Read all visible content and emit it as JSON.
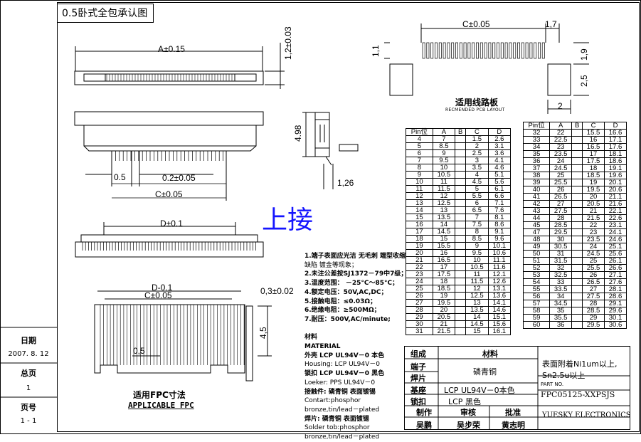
{
  "title": "0.5卧式全包承认图",
  "stamp": "上接",
  "sidebar": {
    "date_label": "日期",
    "date_value": "2007. 8. 12",
    "total_pages_label": "总页",
    "total_pages_value": "1",
    "page_label": "页号",
    "page_value": "1 - 1"
  },
  "dimensions": {
    "a_tol": "A±0.15",
    "height": "1,2±0.03",
    "depth": "4.98",
    "pitch": "0.5",
    "pin_w": "0.2±0.05",
    "c_tol": "C±0.05",
    "side_w": "1,26",
    "d_tol": "D±0.1",
    "fpc_d": "D-0.1",
    "fpc_c": "C±0.05",
    "fpc_thk": "0,3±0.02",
    "fpc_len": "4,5",
    "fpc_pitch": "0,5",
    "pcb_c": "C±0.05",
    "pcb_17": "1,7",
    "pcb_11": "1,1",
    "pcb_19": "1,9",
    "pcb_25": "2,5",
    "pcb_2": "2"
  },
  "pcb_layout": {
    "title": "适用线路板",
    "subtitle": "RECMENDED PCB LAYOUT"
  },
  "fpc": {
    "title": "适用FPC寸法",
    "subtitle": "APPLICABLE  FPC"
  },
  "pin_table_headers": [
    "Pin位",
    "A",
    "B",
    "C",
    "D"
  ],
  "pin_table_left": [
    [
      "4",
      "7",
      "",
      "1.5",
      "2.6"
    ],
    [
      "5",
      "8.5",
      "",
      "2",
      "3.1"
    ],
    [
      "6",
      "9",
      "",
      "2.5",
      "3.6"
    ],
    [
      "7",
      "9.5",
      "",
      "3",
      "4.1"
    ],
    [
      "8",
      "10",
      "",
      "3.5",
      "4.6"
    ],
    [
      "9",
      "10.5",
      "",
      "4",
      "5.1"
    ],
    [
      "10",
      "11",
      "",
      "4.5",
      "5.6"
    ],
    [
      "11",
      "11.5",
      "",
      "5",
      "6.1"
    ],
    [
      "12",
      "12",
      "",
      "5.5",
      "6.6"
    ],
    [
      "13",
      "12.5",
      "",
      "6",
      "7.1"
    ],
    [
      "14",
      "13",
      "",
      "6.5",
      "7.6"
    ],
    [
      "15",
      "13.5",
      "",
      "7",
      "8.1"
    ],
    [
      "16",
      "14",
      "",
      "7.5",
      "8.6"
    ],
    [
      "17",
      "14.5",
      "",
      "8",
      "9.1"
    ],
    [
      "18",
      "15",
      "",
      "8.5",
      "9.6"
    ],
    [
      "19",
      "15.5",
      "",
      "9",
      "10.1"
    ],
    [
      "20",
      "16",
      "",
      "9.5",
      "10.6"
    ],
    [
      "21",
      "16.5",
      "",
      "10",
      "11.1"
    ],
    [
      "22",
      "17",
      "",
      "10.5",
      "11.6"
    ],
    [
      "23",
      "17.5",
      "",
      "11",
      "12.1"
    ],
    [
      "24",
      "18",
      "",
      "11.5",
      "12.6"
    ],
    [
      "25",
      "18.5",
      "",
      "12",
      "13.1"
    ],
    [
      "26",
      "19",
      "",
      "12.5",
      "13.6"
    ],
    [
      "27",
      "19.5",
      "",
      "13",
      "14.1"
    ],
    [
      "28",
      "20",
      "",
      "13.5",
      "14.6"
    ],
    [
      "29",
      "20.5",
      "",
      "14",
      "15.1"
    ],
    [
      "30",
      "21",
      "",
      "14.5",
      "15.6"
    ],
    [
      "31",
      "21.5",
      "",
      "15",
      "16.1"
    ]
  ],
  "pin_table_right": [
    [
      "32",
      "22",
      "",
      "15.5",
      "16.6"
    ],
    [
      "33",
      "22.5",
      "",
      "16",
      "17.1"
    ],
    [
      "34",
      "23",
      "",
      "16.5",
      "17.6"
    ],
    [
      "35",
      "23.5",
      "",
      "17",
      "18.1"
    ],
    [
      "36",
      "24",
      "",
      "17.5",
      "18.6"
    ],
    [
      "37",
      "24.5",
      "",
      "18",
      "19.1"
    ],
    [
      "38",
      "25",
      "",
      "18.5",
      "19.6"
    ],
    [
      "39",
      "25.5",
      "",
      "19",
      "20.1"
    ],
    [
      "40",
      "26",
      "",
      "19.5",
      "20.6"
    ],
    [
      "41",
      "26.5",
      "",
      "20",
      "21.1"
    ],
    [
      "42",
      "27",
      "",
      "20.5",
      "21.6"
    ],
    [
      "43",
      "27.5",
      "",
      "21",
      "22.1"
    ],
    [
      "44",
      "28",
      "",
      "21.5",
      "22.6"
    ],
    [
      "45",
      "28.5",
      "",
      "22",
      "23.1"
    ],
    [
      "47",
      "29.5",
      "",
      "23",
      "24.1"
    ],
    [
      "48",
      "30",
      "",
      "23.5",
      "24.6"
    ],
    [
      "49",
      "30.5",
      "",
      "24",
      "25.1"
    ],
    [
      "50",
      "31",
      "",
      "24.5",
      "25.6"
    ],
    [
      "51",
      "31.5",
      "",
      "25",
      "26.1"
    ],
    [
      "52",
      "32",
      "",
      "25.5",
      "26.6"
    ],
    [
      "53",
      "32.5",
      "",
      "26",
      "27.1"
    ],
    [
      "54",
      "33",
      "",
      "26.5",
      "27.6"
    ],
    [
      "55",
      "33.5",
      "",
      "27",
      "28.1"
    ],
    [
      "56",
      "34",
      "",
      "27.5",
      "28.6"
    ],
    [
      "57",
      "34.5",
      "",
      "28",
      "29.1"
    ],
    [
      "58",
      "35",
      "",
      "28.5",
      "29.6"
    ],
    [
      "59",
      "35.5",
      "",
      "29",
      "30.1"
    ],
    [
      "60",
      "36",
      "",
      "29.5",
      "30.6"
    ]
  ],
  "notes": [
    "1.端子表面应光洁 无毛刺 端型收缩",
    "   缺陷 镀金等现象；",
    "2.未注公差按SJ1372－79中7级；",
    "3.温度范围：  －25°C～85°C；",
    "4.额定电压：50V,AC,DC；",
    "5.接触电阻：≤0.03Ω；",
    "6.绝缘电阻：≥500MΩ；",
    "7.耐压：500V,AC/minute;",
    "",
    "材料",
    "MATERIAL",
    "外壳 LCP  UL94V－0 本色",
    "Housing:  LCP  UL94V－0",
    "锁扣 LCP  UL94V－0  黑色",
    "Loeker: PPS  UL94V－0",
    "接触件: 磷青铜 表面镀锡",
    "Contart:phosphor",
    "   bronze,tin/lead－plated",
    "焊片: 磷青铜 表面镀锡",
    "Solder tob:phosphor",
    "   bronze,tin/lead－plated"
  ],
  "title_block": {
    "h_group": "组成",
    "h_material": "材料",
    "r_terminal": "端子",
    "r_solder": "焊片",
    "copper": "磷青铜",
    "r_base": "基座",
    "base_mat": "LCP  UL94V－0本色",
    "r_lock": "锁扣",
    "lock_mat": "LCP     黑色",
    "surface": "表面附着Ni1um以上, Sn2.5u以上",
    "part_no_label": "PART NO.",
    "part_no": "FPC05125-XXPSJS",
    "company": "YUESKY ELECTRONICS",
    "maker_label": "制作",
    "checker_label": "审核",
    "approver_label": "批准",
    "maker": "吴鹏",
    "checker": "吴步荣",
    "approver": "黄志明"
  }
}
